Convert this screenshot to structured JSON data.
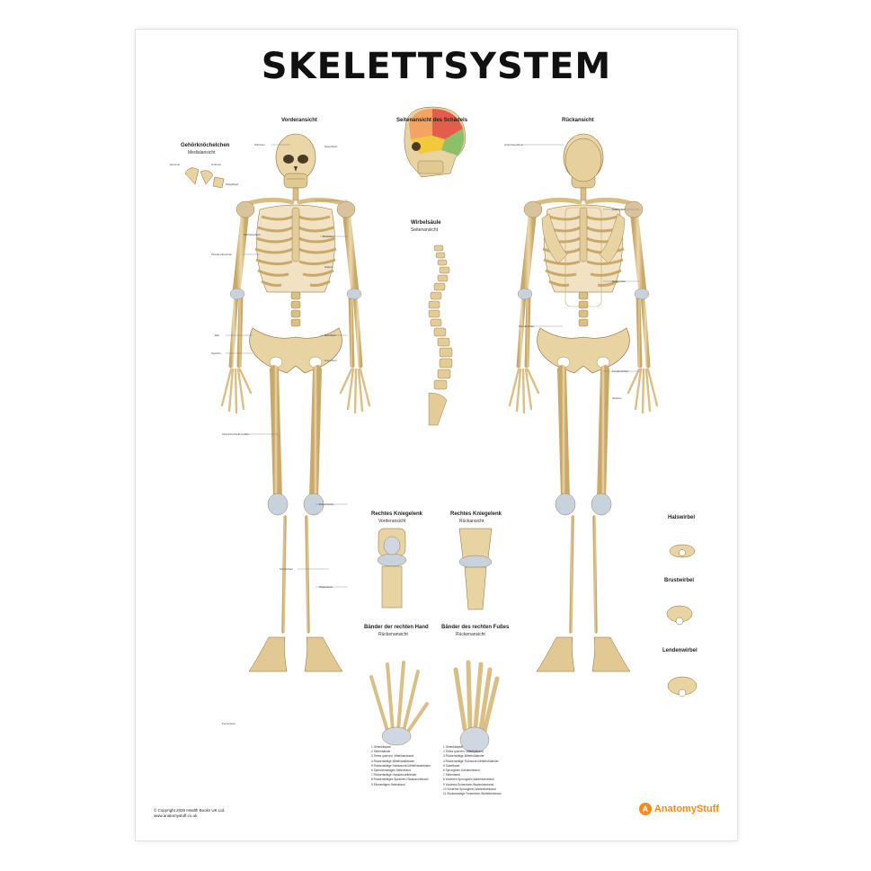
{
  "title": "SKELETTSYSTEM",
  "views": {
    "front": "Vorderansicht",
    "skull_side": "Seitenansicht des Schädels",
    "back": "Rückansicht",
    "ear_title": "Gehörknöchelchen",
    "ear_sub": "Medialansicht",
    "spine_title": "Wirbelsäule",
    "spine_sub": "Seitenansicht",
    "knee_front_title": "Rechtes Kniegelenk",
    "knee_front_sub": "Vorderansicht",
    "knee_back_title": "Rechtes Kniegelenk",
    "knee_back_sub": "Rückansicht",
    "hand_title": "Bänder der rechten Hand",
    "hand_sub": "Rückenansicht",
    "foot_title": "Bänder des rechten Fußes",
    "foot_sub": "Rückenansicht",
    "halswirbel": "Halswirbel",
    "brustwirbel": "Brustwirbel",
    "lendenwirbel": "Lendenwirbel"
  },
  "labels": {
    "stirnbein": "Stirnbein",
    "nasenbein": "Nasenbein",
    "schlüsselbein": "Schlüsselbein",
    "brustbein": "Brustbein",
    "rippen": "Rippen",
    "oberarmknochen": "Oberarmknochen",
    "elle": "Elle",
    "speiche": "Speiche",
    "darmbein": "Darmbein",
    "kreuzbein": "Kreuzbein",
    "oberschenkelknochen": "Oberschenkelknochen",
    "kniescheibe": "Kniescheibe",
    "schienbein": "Schienbein",
    "wadenbein": "Wadenbein",
    "fersenbein": "Fersenbein",
    "hinterhauptbein": "Hinterhauptbein",
    "schulterblatt": "Schulterblatt",
    "halswirbel": "Halswirbel",
    "brustwirbel": "Brustwirbel",
    "lendenwirbel": "Lendenwirbel",
    "sitzbein": "Sitzbein",
    "ambos": "Amboss",
    "hammer": "Hammer",
    "steigbuegel": "Steigbügel"
  },
  "hand_legend": [
    "1  Gelenkkapsel",
    "2  Seitenbänder",
    "3  Tiefes querverl. Mittelhandband",
    "4  Rückenseitige Mittelhandbänder",
    "5  Rückenseitige Handwurzel-Mittelhandbänder",
    "6  Speichenseitiges Seitenband",
    "7  Rückenseitige Handwurzelbänder",
    "8  Rückenseitiges Speichen-Handwurzelband",
    "9  Ellenseitiges Seitenband"
  ],
  "foot_legend": [
    "1  Gelenkkapsel",
    "2  Tiefes querverl. Mittelfußband",
    "3  Rückenseitige Mittelfußbänder",
    "4  Rückenseitige Fußwurzel-Mittelfußbänder",
    "5  Gabelband",
    "6  Sprungbein-Kahnbeinband",
    "7  Seitenband",
    "8  Vorderes Sprungbein-Wadenbeinband",
    "9  Vorderes Schienbein-Wadenbeinband",
    "10 Vorderes Sprungbein-Wadenbeinband",
    "11 Rückenseitige Fersenbein-Würfelbeinband"
  ],
  "footer": {
    "copyright": "© Copyright 2020 Health Books UK Ltd.",
    "website": "www.anatomystuff.co.uk"
  },
  "logo": {
    "badge": "A",
    "text": "AnatomyStuff"
  },
  "colors": {
    "bone": "#e8d3a3",
    "bone_shade": "#c9a96a",
    "bone_outline": "#8a6a35",
    "cartilage": "#cfd8e2",
    "ligament": "#bfc9d4",
    "skull_frontal": "#f3a463",
    "skull_parietal": "#e45c4c",
    "skull_temporal": "#f2c93a",
    "skull_occipital": "#8bbf6a",
    "accent": "#f28c1a"
  }
}
